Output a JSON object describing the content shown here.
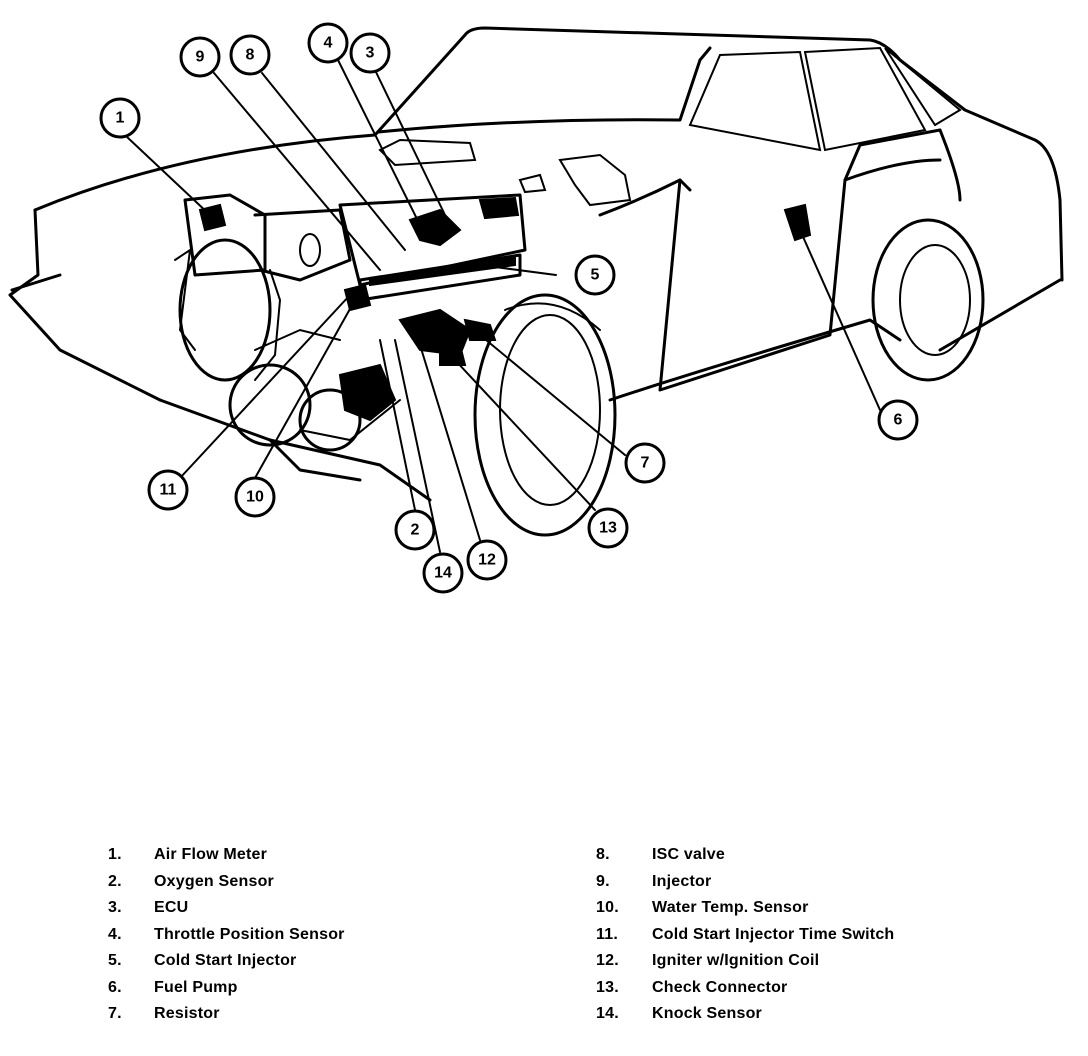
{
  "callouts": [
    {
      "n": "1"
    },
    {
      "n": "2"
    },
    {
      "n": "3"
    },
    {
      "n": "4"
    },
    {
      "n": "5"
    },
    {
      "n": "6"
    },
    {
      "n": "7"
    },
    {
      "n": "8"
    },
    {
      "n": "9"
    },
    {
      "n": "10"
    },
    {
      "n": "11"
    },
    {
      "n": "12"
    },
    {
      "n": "13"
    },
    {
      "n": "14"
    }
  ],
  "legend": {
    "left": [
      {
        "num": "1.",
        "label": "Air Flow Meter"
      },
      {
        "num": "2.",
        "label": "Oxygen Sensor"
      },
      {
        "num": "3.",
        "label": "ECU"
      },
      {
        "num": "4.",
        "label": "Throttle Position Sensor"
      },
      {
        "num": "5.",
        "label": "Cold Start Injector"
      },
      {
        "num": "6.",
        "label": "Fuel Pump"
      },
      {
        "num": "7.",
        "label": "Resistor"
      }
    ],
    "right": [
      {
        "num": "8.",
        "label": "ISC valve"
      },
      {
        "num": "9.",
        "label": "Injector"
      },
      {
        "num": "10.",
        "label": "Water Temp. Sensor"
      },
      {
        "num": "11.",
        "label": "Cold Start Injector Time Switch"
      },
      {
        "num": "12.",
        "label": "Igniter w/Ignition Coil"
      },
      {
        "num": "13.",
        "label": "Check Connector"
      },
      {
        "num": "14.",
        "label": "Knock Sensor"
      }
    ]
  }
}
